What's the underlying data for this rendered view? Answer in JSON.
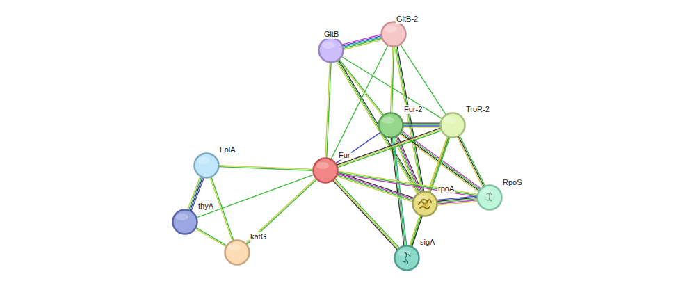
{
  "diagram": {
    "nodes": [
      {
        "text": [
          "GltB"
        ]
      },
      {
        "text": [
          "GltB-2"
        ]
      },
      {
        "text": [
          "Fur-2"
        ]
      },
      {
        "text": [
          "TroR-2"
        ]
      },
      {
        "text": [
          "FolA"
        ]
      },
      {
        "text": [
          "Fur"
        ]
      },
      {
        "text": [
          "thyA"
        ]
      },
      {
        "text": [
          "rpoA"
        ]
      },
      {
        "text": [
          "RpoS"
        ]
      },
      {
        "text": [
          "katG"
        ]
      },
      {
        "text": [
          "sigA"
        ]
      }
    ],
    "edges": [
      {
        "from": 0,
        "to": 1,
        "arrow": "none"
      },
      {
        "from": 0,
        "to": 2,
        "arrow": "none"
      },
      {
        "from": 0,
        "to": 3,
        "arrow": "none"
      },
      {
        "from": 0,
        "to": 7,
        "arrow": "none"
      },
      {
        "from": 0,
        "to": 5,
        "arrow": "none"
      },
      {
        "from": 1,
        "to": 2,
        "arrow": "none"
      },
      {
        "from": 1,
        "to": 3,
        "arrow": "none"
      },
      {
        "from": 1,
        "to": 7,
        "arrow": "none"
      },
      {
        "from": 1,
        "to": 5,
        "arrow": "none"
      },
      {
        "from": 2,
        "to": 3,
        "arrow": "none"
      },
      {
        "from": 2,
        "to": 5,
        "arrow": "none"
      },
      {
        "from": 2,
        "to": 7,
        "arrow": "none"
      },
      {
        "from": 2,
        "to": 10,
        "arrow": "none"
      },
      {
        "from": 2,
        "to": 8,
        "arrow": "none"
      },
      {
        "from": 3,
        "to": 5,
        "arrow": "none"
      },
      {
        "from": 3,
        "to": 7,
        "arrow": "none"
      },
      {
        "from": 3,
        "to": 10,
        "arrow": "none"
      },
      {
        "from": 3,
        "to": 8,
        "arrow": "none"
      },
      {
        "from": 5,
        "to": 4,
        "arrow": "none"
      },
      {
        "from": 5,
        "to": 6,
        "arrow": "none"
      },
      {
        "from": 5,
        "to": 9,
        "arrow": "none"
      },
      {
        "from": 5,
        "to": 7,
        "arrow": "none"
      },
      {
        "from": 5,
        "to": 10,
        "arrow": "none"
      },
      {
        "from": 5,
        "to": 8,
        "arrow": "none"
      },
      {
        "from": 4,
        "to": 6,
        "arrow": "none"
      },
      {
        "from": 4,
        "to": 9,
        "arrow": "none"
      },
      {
        "from": 6,
        "to": 9,
        "arrow": "none"
      },
      {
        "from": 7,
        "to": 8,
        "arrow": "none"
      },
      {
        "from": 7,
        "to": 10,
        "arrow": "none"
      }
    ]
  }
}
